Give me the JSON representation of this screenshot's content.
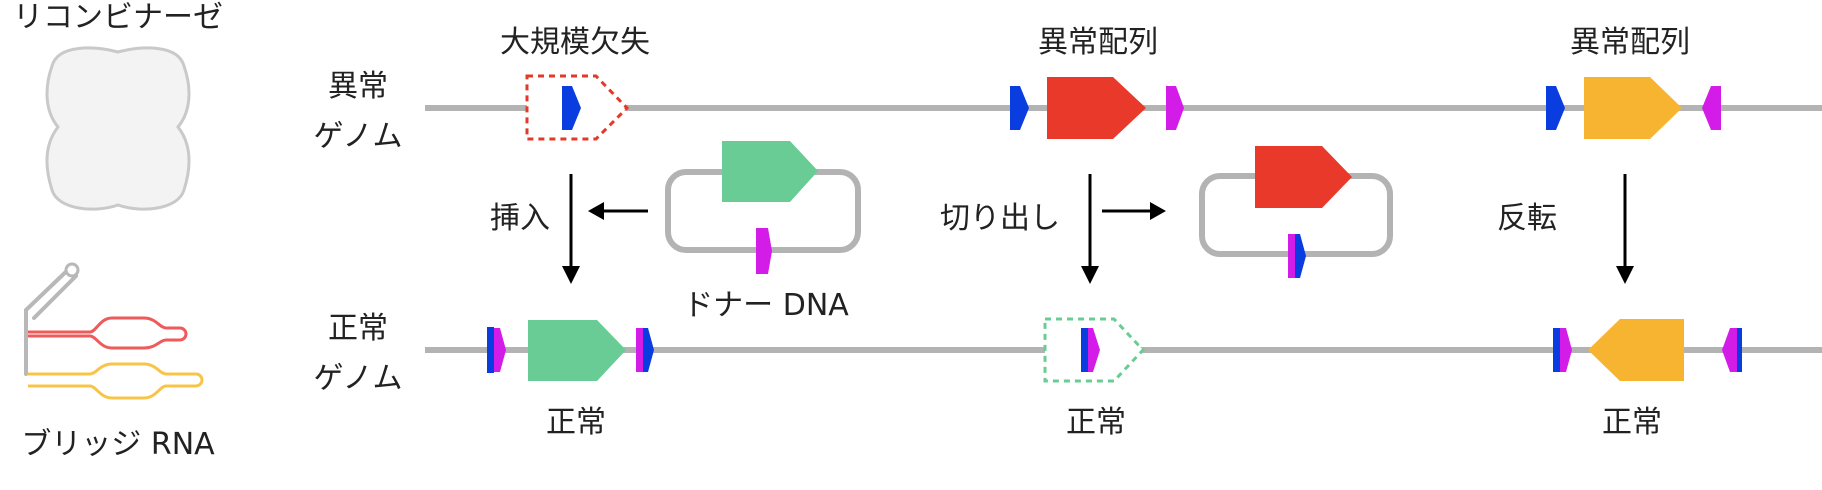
{
  "legend": {
    "recombinase_label": "リコンビナーゼ",
    "bridge_rna_label": "ブリッジ RNA"
  },
  "rows": {
    "abnormal_genome_line1": "異常",
    "abnormal_genome_line2": "ゲノム",
    "normal_genome_line1": "正常",
    "normal_genome_line2": "ゲノム"
  },
  "columns": [
    {
      "top_label": "大規模欠失",
      "action_label": "挿入",
      "bottom_label": "正常"
    },
    {
      "top_label": "異常配列",
      "action_label": "切り出し",
      "bottom_label": "正常"
    },
    {
      "top_label": "異常配列",
      "action_label": "反転",
      "bottom_label": "正常"
    }
  ],
  "donor_label": "ドナー DNA",
  "colors": {
    "dna_line": "#b3b3b3",
    "blue_site": "#0a3de0",
    "magenta_site": "#d31ce8",
    "deletion_outline": "#e23a2a",
    "green_gene": "#68cc94",
    "red_gene": "#e8392a",
    "orange_gene": "#f6b431",
    "recombinase_fill": "#f2f3f2",
    "recombinase_stroke": "#c9c9c9",
    "rna_red": "#ef5a5a",
    "rna_yellow": "#f8c447"
  }
}
